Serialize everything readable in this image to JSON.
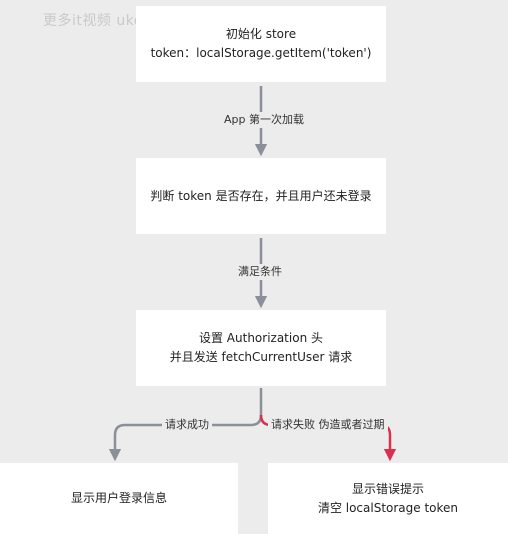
{
  "watermark": "更多it视频 ukoou.com",
  "nodes": {
    "init": {
      "line1": "初始化 store",
      "line2": "token：localStorage.getItem('token')"
    },
    "check": {
      "line1": "判断 token 是否存在，并且用户还未登录"
    },
    "setauth": {
      "line1": "设置 Authorization 头",
      "line2": "并且发送 fetchCurrentUser 请求"
    },
    "success": {
      "line1": "显示用户登录信息"
    },
    "fail": {
      "line1": "显示错误提示",
      "line2": "清空 localStorage token"
    }
  },
  "edges": {
    "app_load": "App 第一次加载",
    "condition": "满足条件",
    "success": "请求成功",
    "fail": "请求失败 伪造或者过期"
  },
  "colors": {
    "arrow_gray": "#8a8f99",
    "arrow_red": "#d9304f",
    "node_bg": "#ffffff",
    "canvas": "#ececec"
  }
}
